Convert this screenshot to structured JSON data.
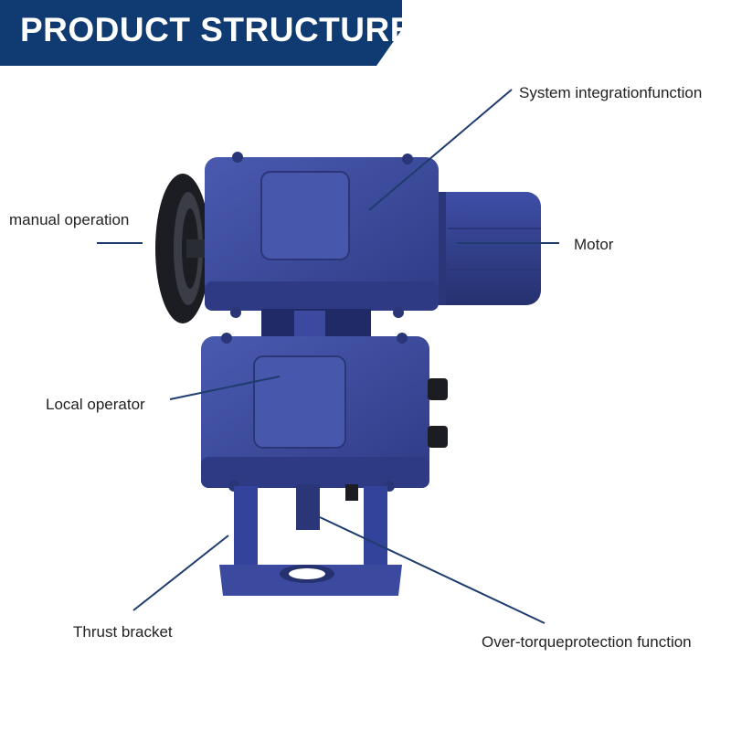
{
  "header": {
    "title": "PRODUCT STRUCTURE",
    "color": "#0f3a72"
  },
  "product": {
    "body_color": "#3b4a9e",
    "body_shade": "#2a3678",
    "handwheel_color": "#1b1d22",
    "line_color": "#1e3d6e"
  },
  "labels": {
    "system_integration": "System integrationfunction",
    "manual_operation": "manual operation",
    "motor": "Motor",
    "local_operator": "Local operator",
    "thrust_bracket": "Thrust bracket",
    "over_torque": "Over-torqueprotection function"
  }
}
